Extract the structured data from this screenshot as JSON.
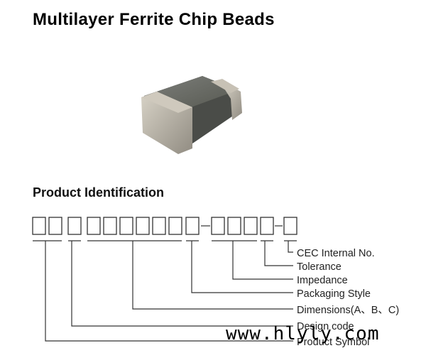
{
  "document": {
    "title": "Multilayer Ferrite Chip Beads",
    "section_title": "Product Identification",
    "labels": [
      "CEC Internal No.",
      "Tolerance",
      "Impedance",
      "Packaging Style",
      "Dimensions(A、B、C)",
      "Design code",
      "Product Symbol"
    ],
    "watermark": "www.hlyly.com"
  },
  "colors": {
    "chip_body": "#5e605c",
    "chip_terminal": "#b3aea2"
  }
}
